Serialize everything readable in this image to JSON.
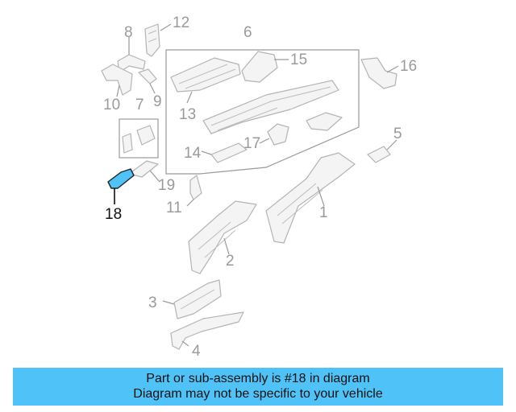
{
  "diagram": {
    "callouts": {
      "c1": "1",
      "c2": "2",
      "c3": "3",
      "c4": "4",
      "c5": "5",
      "c6": "6",
      "c7": "7",
      "c8": "8",
      "c9": "9",
      "c10": "10",
      "c11": "11",
      "c12": "12",
      "c13": "13",
      "c14": "14",
      "c15": "15",
      "c16": "16",
      "c17": "17",
      "c18": "18",
      "c19": "19"
    },
    "highlighted_part": "18",
    "highlight_color": "#4fc3f7"
  },
  "banner": {
    "line1": "Part or sub-assembly is #18 in diagram",
    "line2": "Diagram may not be specific to your vehicle",
    "background": "#4fc3f7"
  }
}
